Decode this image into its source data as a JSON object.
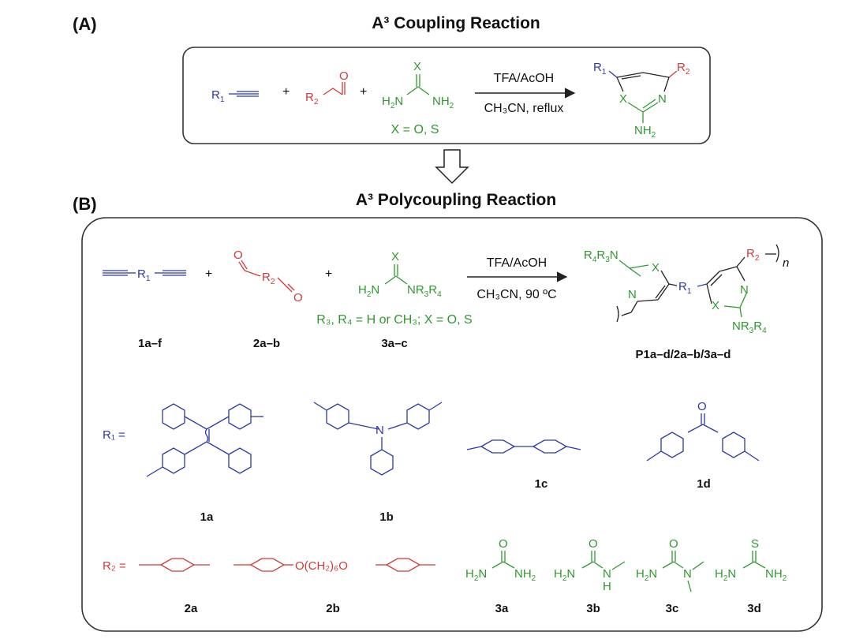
{
  "panel_a": {
    "label": "(A)",
    "title": "A³ Coupling Reaction",
    "reagents": "TFA/AcOH",
    "solvent_conditions": "CH₃CN, reflux",
    "urea_note": "X = O, S"
  },
  "panel_b": {
    "label": "(B)",
    "title": "A³ Polycoupling Reaction",
    "reagents": "TFA/AcOH",
    "solvent_conditions": "CH₃CN, 90 ºC",
    "substituent_note": "R₃, R₄ = H or CH₃; X = O, S",
    "monomer_labels": [
      "1a–f",
      "2a–b",
      "3a–c"
    ],
    "polymer_label": "P1a–d/2a–b/3a–d",
    "r1_prefix": "R₁ =",
    "r2_prefix": "R₂ =",
    "r1_labels": [
      "1a",
      "1b",
      "1c",
      "1d"
    ],
    "r2_labels": [
      "2a",
      "2b"
    ],
    "urea_labels": [
      "3a",
      "3b",
      "3c",
      "3d"
    ],
    "linker_text": "O(CH₂)₆O"
  },
  "colors": {
    "alkyne": "#2b3aa8",
    "aldehyde": "#d23a3a",
    "urea": "#2e9a2e",
    "text": "#111111"
  }
}
